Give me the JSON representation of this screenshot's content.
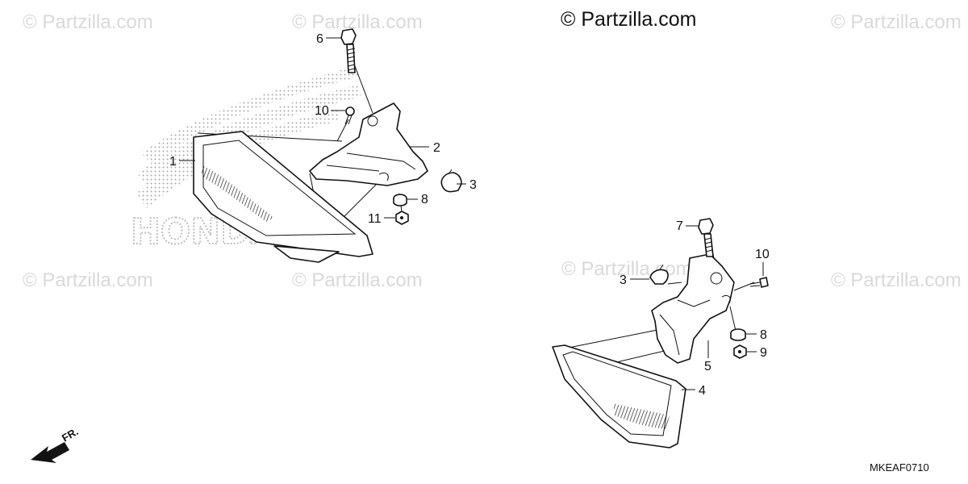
{
  "watermark": {
    "main": "© Partzilla.com",
    "faint": "© Partzilla.com"
  },
  "background_logo": {
    "text": "HONDA"
  },
  "callouts": {
    "c1": "1",
    "c2": "2",
    "c3a": "3",
    "c6": "6",
    "c8a": "8",
    "c10a": "10",
    "c11": "11",
    "c3b": "3",
    "c4": "4",
    "c5": "5",
    "c7": "7",
    "c8b": "8",
    "c9": "9",
    "c10b": "10"
  },
  "front_arrow": {
    "label": "FR."
  },
  "diagram_code": "MKEAF0710"
}
